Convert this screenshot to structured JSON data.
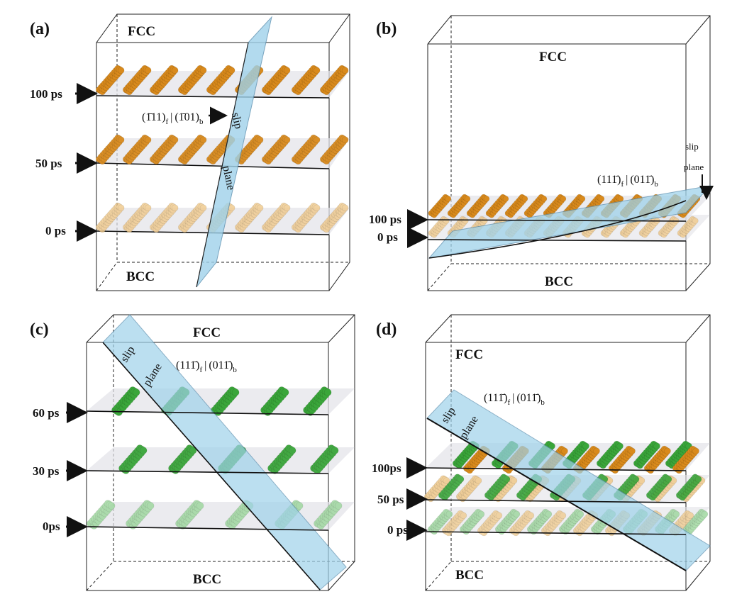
{
  "panels": [
    {
      "id": "a",
      "label": "(a)",
      "top": "FCC",
      "bottom": "BCC",
      "times": [
        "100 ps",
        "50 ps",
        "0 ps"
      ],
      "slip_words": [
        "slip",
        "plane"
      ],
      "indices": {
        "f": "(1̄11)",
        "fsub": "f",
        "sep": "|",
        "b": "(1̄01)",
        "bsub": "b"
      }
    },
    {
      "id": "b",
      "label": "(b)",
      "top": "FCC",
      "bottom": "BCC",
      "times": [
        "100 ps",
        "0 ps"
      ],
      "slip_words": [
        "slip",
        "plane"
      ],
      "indices": {
        "f": "(111̄)",
        "fsub": "f",
        "sep": "|",
        "b": "(011̄)",
        "bsub": "b"
      }
    },
    {
      "id": "c",
      "label": "(c)",
      "top": "FCC",
      "bottom": "BCC",
      "times": [
        "60 ps",
        "30 ps",
        "0ps"
      ],
      "slip_words": [
        "slip",
        "plane"
      ],
      "indices": {
        "f": "(111̄)",
        "fsub": "f",
        "sep": "|",
        "b": "(011̄)",
        "bsub": "b"
      }
    },
    {
      "id": "d",
      "label": "(d)",
      "top": "FCC",
      "bottom": "BCC",
      "times": [
        "100ps",
        "50 ps",
        "0 ps"
      ],
      "slip_words": [
        "slip",
        "plane"
      ],
      "indices": {
        "f": "(111̄)",
        "fsub": "f",
        "sep": "|",
        "b": "(011̄)",
        "bsub": "b"
      }
    }
  ],
  "colors": {
    "orange": "#d98a1c",
    "orange_light": "#f0c98a",
    "green": "#3aa63a",
    "green_light": "#9bd69b",
    "slip_plane": "#9fd2ea",
    "layer": "#e3e3e8"
  }
}
